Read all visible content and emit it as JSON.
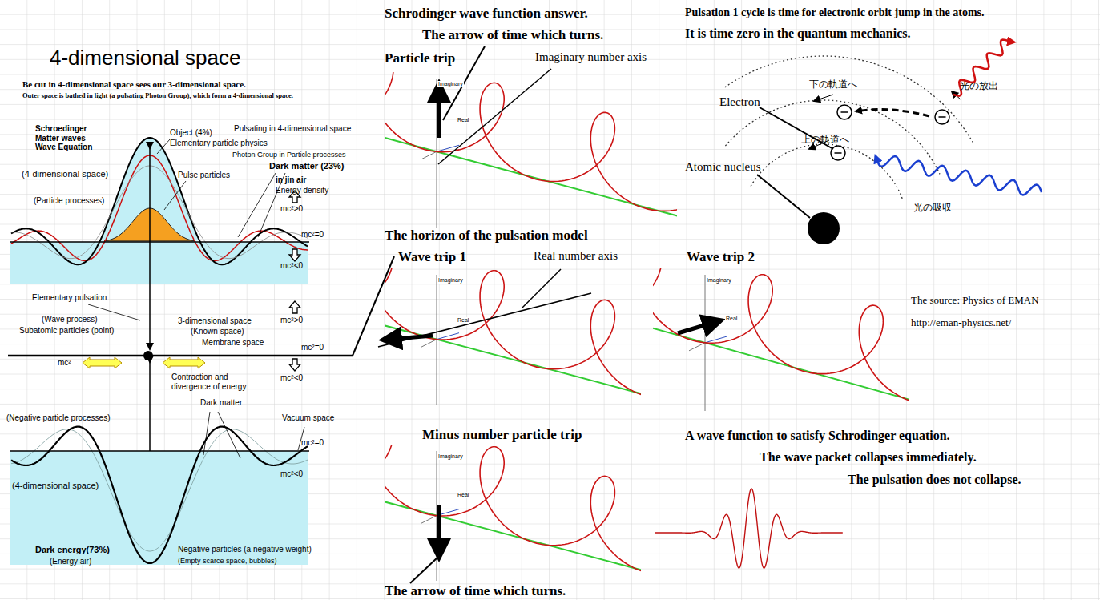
{
  "diagram": {
    "title": "4-dimensional space",
    "labels": [
      "Be cut in 4-dimensional space sees our 3-dimensional space.",
      "Outer space is bathed in light (a pulsating Photon Group), which form a 4-dimensional space.",
      "Schroedinger Matter waves Wave Equation",
      "Object (4%)",
      "Pulsating in 4-dimensional space",
      "Elementary particle physics",
      "Photon Group in Particle processes",
      "Dark matter (23%)",
      "(4-dimensional space)",
      "(Particle processes)",
      "Pulse particles",
      "in jin air",
      "Energy density",
      "mc²>0",
      "mc²=0",
      "mc²<0",
      "Elementary pulsation",
      "(Wave process)",
      "Subatomic particles (point)",
      "3-dimensional space",
      "(Known space)",
      "Membrane space",
      "mc²>0",
      "mc²=0",
      "mc²<0",
      "mc²",
      "Contraction and divergence of energy",
      "(Negative particle processes)",
      "Dark matter",
      "Vacuum space",
      "mc²=0",
      "mc²<0",
      "(4-dimensional space)",
      "Dark energy(73%)",
      "(Energy air)",
      "Negative particles (a negative weight)",
      "(Empty scarce space, bubbles)",
      "Schrodinger wave function answer.",
      "The arrow of time which turns.",
      "Particle trip",
      "Imaginary number axis",
      "Imaginary",
      "Real",
      "The horizon of the pulsation model",
      "Wave trip 1",
      "Real number axis",
      "Imaginary",
      "Real",
      "Wave trip 2",
      "Imaginary",
      "Real",
      "Minus number particle trip",
      "Imaginary",
      "Real",
      "The arrow of time which turns.",
      "Pulsation 1 cycle is time for electronic orbit jump in the atoms.",
      "It is time zero in the quantum mechanics.",
      "下の軌道へ",
      "光の放出",
      "Electron",
      "上の軌道へ",
      "Atomic nucleus",
      "光の吸収",
      "The source: Physics of EMAN",
      "http://eman-physics.net/",
      "A wave function to satisfy Schrodinger equation.",
      "The wave packet collapses immediately.",
      "The pulsation does not collapse."
    ]
  }
}
